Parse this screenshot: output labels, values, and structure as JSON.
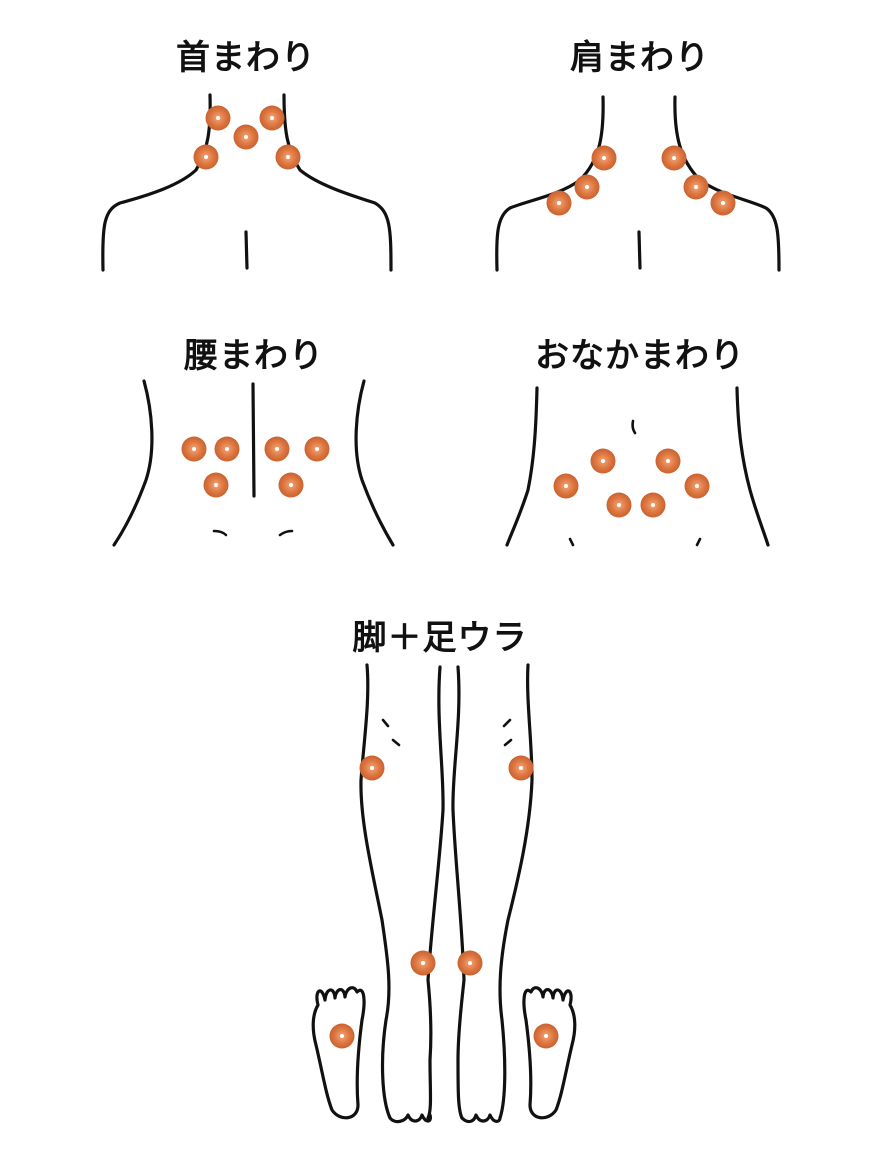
{
  "disc_color": "#d9733f",
  "disc_highlight": "#f0a070",
  "disc_center": "#ffffff",
  "panels": {
    "neck": {
      "title": "首まわり",
      "discs": [
        [
          218,
          118
        ],
        [
          272,
          118
        ],
        [
          246,
          137
        ],
        [
          206,
          157
        ],
        [
          288,
          157
        ]
      ]
    },
    "shoulder": {
      "title": "肩まわり",
      "discs": [
        [
          604,
          158
        ],
        [
          587,
          187
        ],
        [
          559,
          203
        ],
        [
          674,
          158
        ],
        [
          696,
          187
        ],
        [
          723,
          203
        ]
      ]
    },
    "lower_back": {
      "title": "腰まわり",
      "discs": [
        [
          194,
          449
        ],
        [
          227,
          449
        ],
        [
          277,
          449
        ],
        [
          317,
          449
        ],
        [
          216,
          485
        ],
        [
          291,
          485
        ]
      ]
    },
    "abdomen": {
      "title": "おなかまわり",
      "discs": [
        [
          603,
          461
        ],
        [
          668,
          461
        ],
        [
          566,
          486
        ],
        [
          697,
          486
        ],
        [
          619,
          505
        ],
        [
          653,
          505
        ]
      ]
    },
    "legs_soles": {
      "title": "脚＋足ウラ",
      "discs": [
        [
          372,
          768
        ],
        [
          521,
          768
        ],
        [
          423,
          963
        ],
        [
          470,
          963
        ],
        [
          342,
          1036
        ],
        [
          546,
          1036
        ]
      ]
    }
  }
}
